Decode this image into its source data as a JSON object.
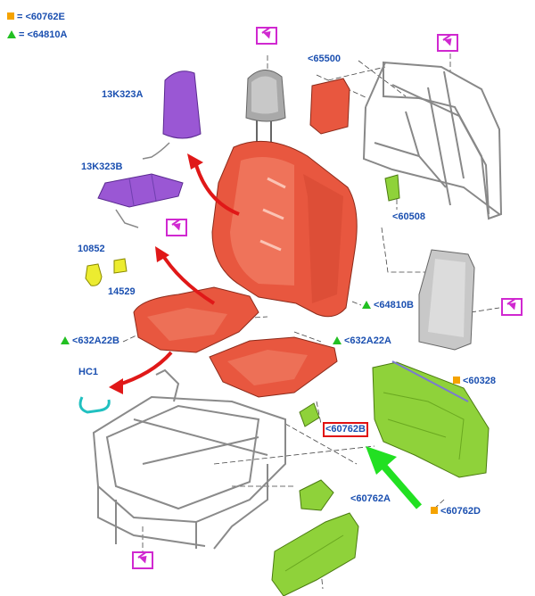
{
  "legend": [
    {
      "marker": "square",
      "text": "= <60762E"
    },
    {
      "marker": "triangle",
      "text": "= <64810A"
    }
  ],
  "callouts": {
    "c13K323A": "13K323A",
    "c13K323B": "13K323B",
    "c10852": "10852",
    "c14529": "14529",
    "cHC1": "HC1",
    "c65500": "<65500",
    "c60508": "<60508",
    "c64810B": "<64810B",
    "c632A22A": "<632A22A",
    "c632A22B": "<632A22B",
    "c60328": "<60328",
    "c60762B": "<60762B",
    "c60762A": "<60762A",
    "c60762D": "<60762D"
  },
  "colors": {
    "label_blue": "#1a4fb0",
    "foam_orange": "#e8573f",
    "pad_purple": "#9a57d4",
    "trim_green": "#8fd23a",
    "pointer_magenta": "#d028d0",
    "arrow_red": "#e01818",
    "arrow_green": "#22e022",
    "highlight_red": "#e01010"
  }
}
